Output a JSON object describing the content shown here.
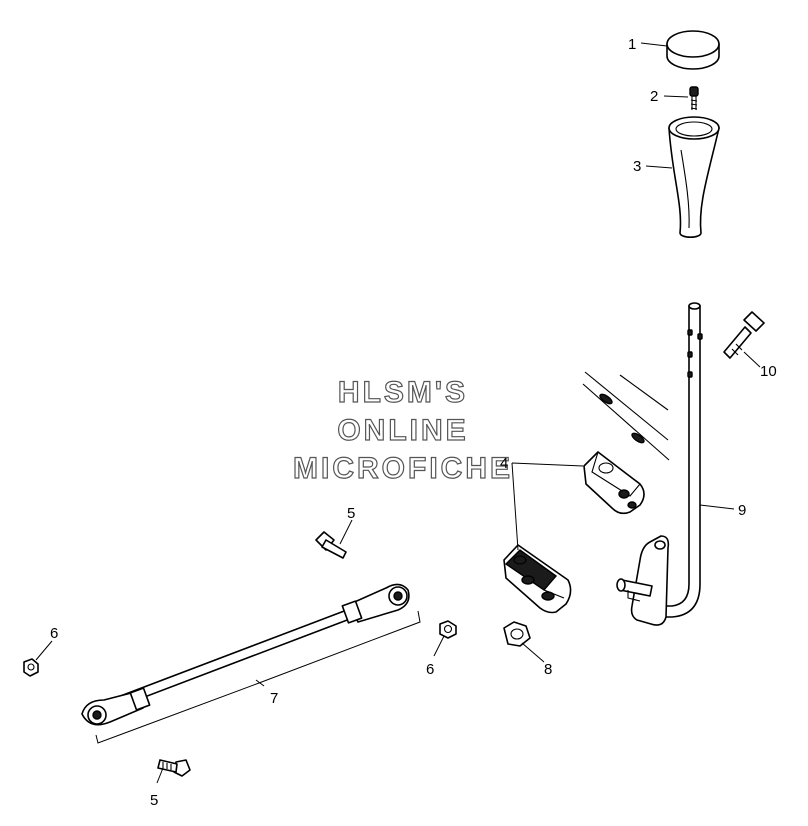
{
  "watermark": {
    "line1": "HLSM'S",
    "line2": "ONLINE",
    "line3": "MICROFICHE"
  },
  "callouts": {
    "c1": "1",
    "c2": "2",
    "c3": "3",
    "c4": "4",
    "c5a": "5",
    "c5b": "5",
    "c6a": "6",
    "c6b": "6",
    "c7": "7",
    "c8": "8",
    "c9": "9",
    "c10": "10"
  }
}
